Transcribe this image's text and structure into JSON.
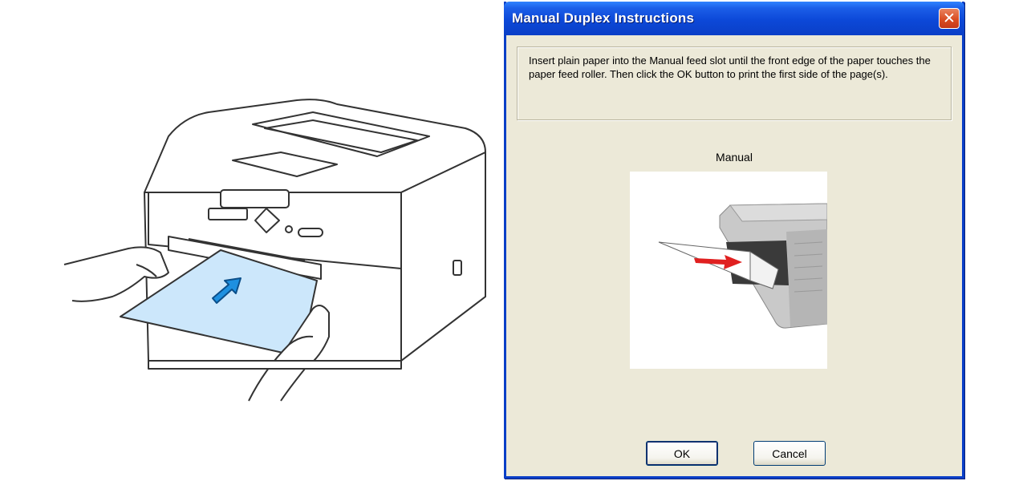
{
  "dialog": {
    "title": "Manual Duplex Instructions",
    "instruction": "Insert plain paper into the Manual feed slot until the front edge of the paper touches the paper feed roller. Then click the OK button to print the first side of the page(s).",
    "image_caption": "Manual",
    "buttons": {
      "ok_label": "OK",
      "cancel_label": "Cancel"
    }
  },
  "icons": {
    "close": "close-icon"
  },
  "colors": {
    "titlebar_blue": "#0a3fc7",
    "dialog_bg": "#ece9d8",
    "close_red": "#d8491f",
    "paper_blue": "#cce7fb",
    "arrow_blue": "#1e90e0",
    "arrow_red": "#e02020"
  }
}
